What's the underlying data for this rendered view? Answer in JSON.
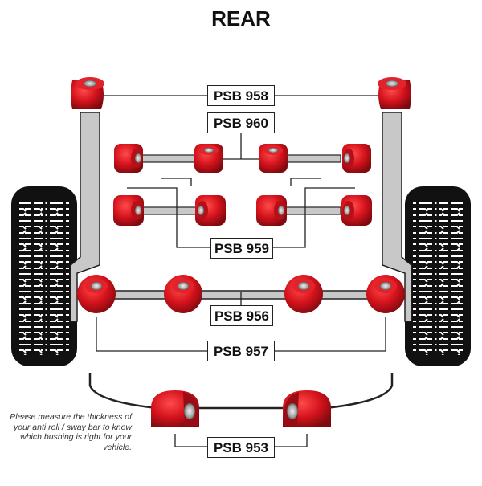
{
  "title": "REAR",
  "labels": {
    "psb958": "PSB 958",
    "psb960": "PSB 960",
    "psb959": "PSB 959",
    "psb956": "PSB 956",
    "psb957": "PSB 957",
    "psb953": "PSB 953"
  },
  "note": "Please measure the thickness of your anti roll / sway bar to know which bushing is right for your vehicle.",
  "colors": {
    "bushing_red": "#d4121c",
    "bushing_dark": "#8e0a10",
    "frame_grey": "#c8c8c8",
    "line": "#222222",
    "tyre": "#111111"
  }
}
